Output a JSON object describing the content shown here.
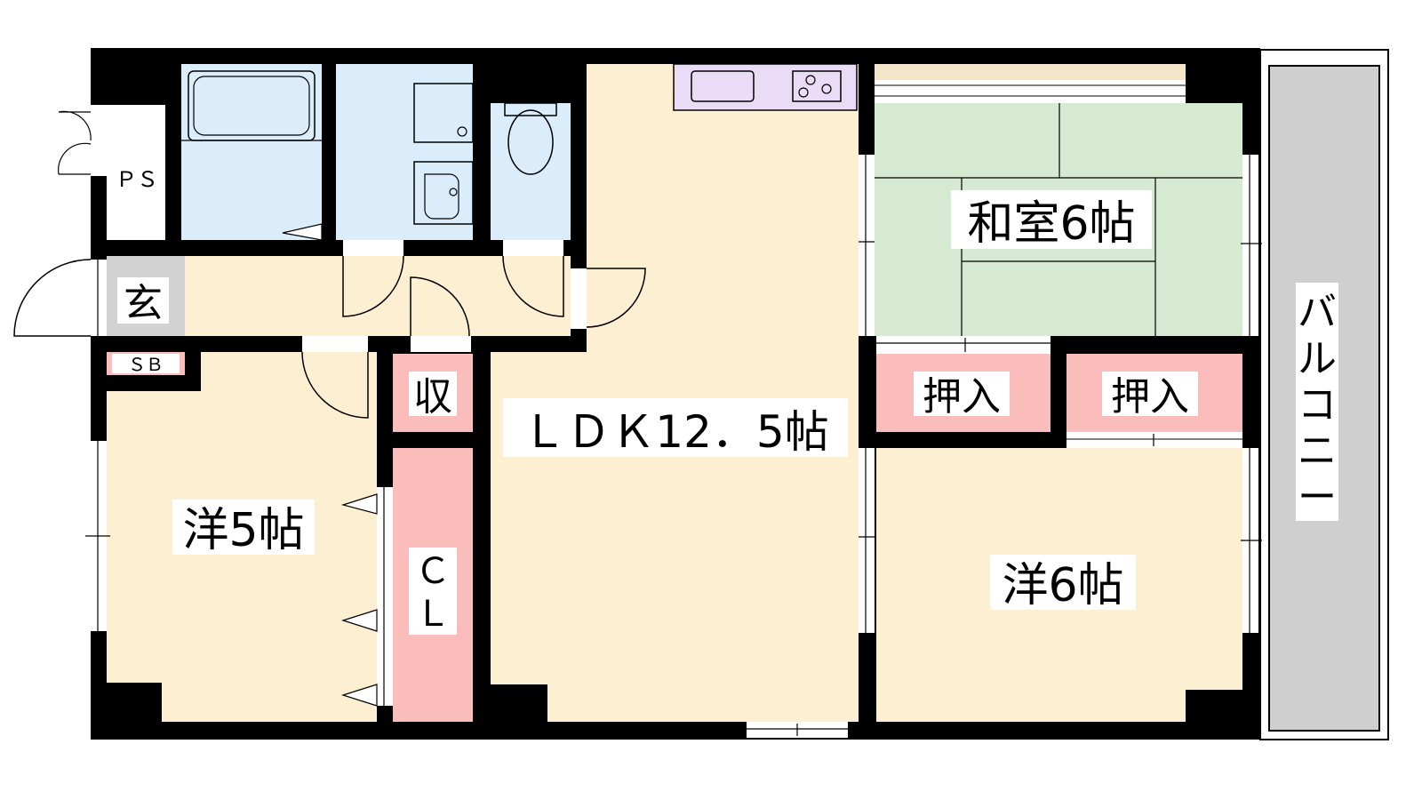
{
  "rooms": {
    "ps": "ＰＳ",
    "genkan": "玄",
    "sb": "ＳＢ",
    "shu": "収",
    "cl": [
      "Ｃ",
      "Ｌ"
    ],
    "ldk": "ＬＤＫ12．5帖",
    "washitsu": "和室6帖",
    "oshiire_left": "押入",
    "oshiire_right": "押入",
    "you5": "洋5帖",
    "you6": "洋6帖",
    "balcony": [
      "バ",
      "ル",
      "コ",
      "ニ",
      "ー"
    ]
  },
  "colors": {
    "wall": "#000000",
    "floor": "#fdf0d2",
    "wet": "#dbecfb",
    "tatami": "#d5ead0",
    "storage": "#fbbcbc",
    "genkan": "#d3d3d3",
    "balcony": "#cfcfcf",
    "kitchen": "#eadcf6",
    "tatami_edge": "#f6e6c9"
  }
}
